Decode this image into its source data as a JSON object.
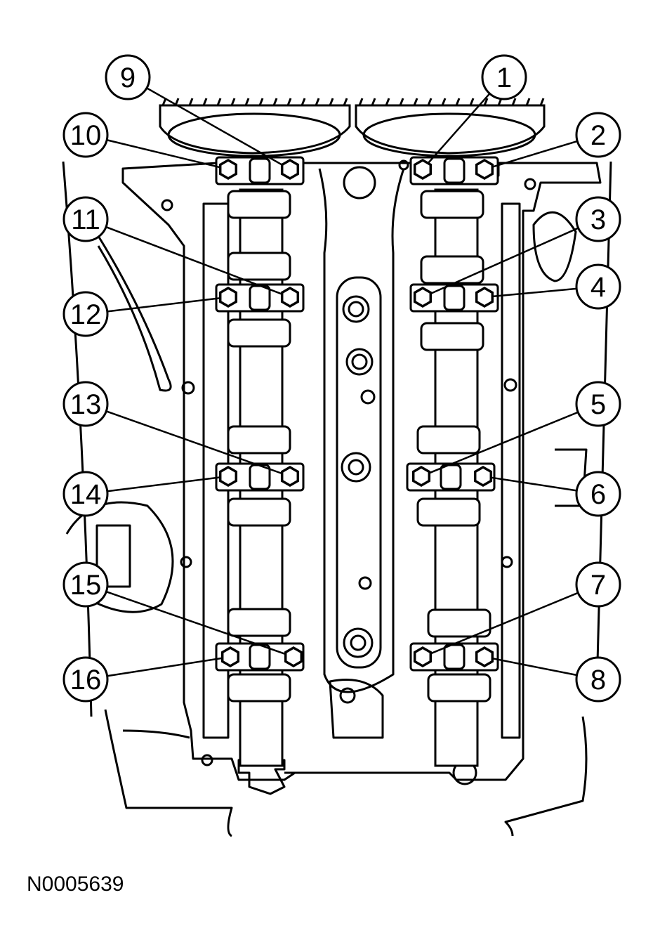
{
  "figure": {
    "id": "N0005639"
  },
  "callouts": [
    {
      "label": "1"
    },
    {
      "label": "2"
    },
    {
      "label": "3"
    },
    {
      "label": "4"
    },
    {
      "label": "5"
    },
    {
      "label": "6"
    },
    {
      "label": "7"
    },
    {
      "label": "8"
    },
    {
      "label": "9"
    },
    {
      "label": "10"
    },
    {
      "label": "11"
    },
    {
      "label": "12"
    },
    {
      "label": "13"
    },
    {
      "label": "14"
    },
    {
      "label": "15"
    },
    {
      "label": "16"
    }
  ],
  "colors": {
    "line": "#000000",
    "background": "#ffffff"
  }
}
